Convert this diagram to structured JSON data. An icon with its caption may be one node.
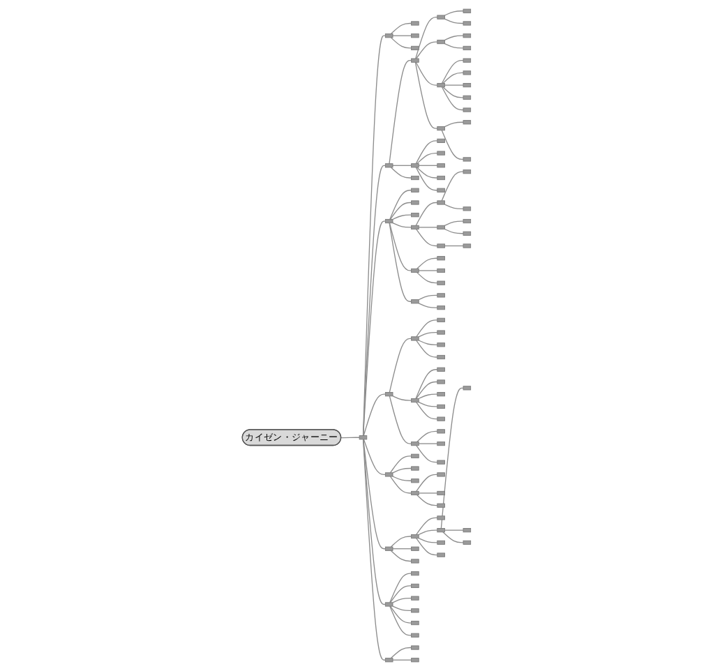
{
  "diagram": {
    "nodes": [
      {
        "text": [
          "カイゼン・ジャーニー"
        ]
      },
      {
        "text": [],
        "shape": "bar"
      },
      {
        "text": [],
        "shape": "bar"
      },
      {
        "text": [],
        "shape": "bar"
      },
      {
        "text": [],
        "shape": "bar"
      },
      {
        "text": [],
        "shape": "bar"
      },
      {
        "text": [],
        "shape": "bar"
      },
      {
        "text": [],
        "shape": "bar"
      },
      {
        "text": [],
        "shape": "bar"
      },
      {
        "text": [],
        "shape": "bar"
      },
      {
        "text": [],
        "shape": "bar"
      },
      {
        "text": [],
        "shape": "bar"
      },
      {
        "text": [],
        "shape": "bar"
      },
      {
        "text": [],
        "shape": "bar"
      },
      {
        "text": [],
        "shape": "bar"
      },
      {
        "text": [],
        "shape": "bar"
      },
      {
        "text": [],
        "shape": "bar"
      },
      {
        "text": [],
        "shape": "bar"
      },
      {
        "text": [],
        "shape": "bar"
      },
      {
        "text": [],
        "shape": "bar"
      },
      {
        "text": [],
        "shape": "bar"
      },
      {
        "text": [],
        "shape": "bar"
      },
      {
        "text": [],
        "shape": "bar"
      },
      {
        "text": [],
        "shape": "bar"
      },
      {
        "text": [],
        "shape": "bar"
      },
      {
        "text": [],
        "shape": "bar"
      },
      {
        "text": [],
        "shape": "bar"
      },
      {
        "text": [],
        "shape": "bar"
      },
      {
        "text": [],
        "shape": "bar"
      },
      {
        "text": [],
        "shape": "bar"
      },
      {
        "text": [],
        "shape": "bar"
      },
      {
        "text": [],
        "shape": "bar"
      },
      {
        "text": [],
        "shape": "bar"
      },
      {
        "text": [],
        "shape": "bar"
      },
      {
        "text": [],
        "shape": "bar"
      },
      {
        "text": [],
        "shape": "bar"
      },
      {
        "text": [],
        "shape": "bar"
      },
      {
        "text": [],
        "shape": "bar"
      },
      {
        "text": [],
        "shape": "bar"
      },
      {
        "text": [],
        "shape": "bar"
      },
      {
        "text": [],
        "shape": "bar"
      },
      {
        "text": [],
        "shape": "bar"
      },
      {
        "text": [],
        "shape": "bar"
      },
      {
        "text": [],
        "shape": "bar"
      },
      {
        "text": [],
        "shape": "bar"
      },
      {
        "text": [],
        "shape": "bar"
      },
      {
        "text": [],
        "shape": "bar"
      },
      {
        "text": [],
        "shape": "bar"
      },
      {
        "text": [],
        "shape": "bar"
      },
      {
        "text": [],
        "shape": "bar"
      },
      {
        "text": [],
        "shape": "bar"
      },
      {
        "text": [],
        "shape": "bar"
      },
      {
        "text": [],
        "shape": "bar"
      },
      {
        "text": [],
        "shape": "bar"
      },
      {
        "text": [],
        "shape": "bar"
      },
      {
        "text": [],
        "shape": "bar"
      },
      {
        "text": [],
        "shape": "bar"
      },
      {
        "text": [],
        "shape": "bar"
      },
      {
        "text": [],
        "shape": "bar"
      },
      {
        "text": [],
        "shape": "bar"
      },
      {
        "text": [],
        "shape": "bar"
      },
      {
        "text": [],
        "shape": "bar"
      },
      {
        "text": [],
        "shape": "bar"
      },
      {
        "text": [],
        "shape": "bar"
      },
      {
        "text": [],
        "shape": "bar"
      },
      {
        "text": [],
        "shape": "bar"
      },
      {
        "text": [],
        "shape": "bar"
      },
      {
        "text": [],
        "shape": "bar"
      },
      {
        "text": [],
        "shape": "bar"
      },
      {
        "text": [],
        "shape": "bar"
      },
      {
        "text": [],
        "shape": "bar"
      },
      {
        "text": [],
        "shape": "bar"
      },
      {
        "text": [],
        "shape": "bar"
      },
      {
        "text": [],
        "shape": "bar"
      },
      {
        "text": [],
        "shape": "bar"
      },
      {
        "text": [],
        "shape": "bar"
      },
      {
        "text": [],
        "shape": "bar"
      },
      {
        "text": [],
        "shape": "bar"
      },
      {
        "text": [],
        "shape": "bar"
      },
      {
        "text": [],
        "shape": "bar"
      },
      {
        "text": [],
        "shape": "bar"
      },
      {
        "text": [],
        "shape": "bar"
      },
      {
        "text": [],
        "shape": "bar"
      },
      {
        "text": [],
        "shape": "bar"
      },
      {
        "text": [],
        "shape": "bar"
      },
      {
        "text": [],
        "shape": "bar"
      },
      {
        "text": [],
        "shape": "bar"
      },
      {
        "text": [],
        "shape": "bar"
      },
      {
        "text": [],
        "shape": "bar"
      },
      {
        "text": [],
        "shape": "bar"
      },
      {
        "text": [],
        "shape": "bar"
      },
      {
        "text": [],
        "shape": "bar"
      },
      {
        "text": [],
        "shape": "bar"
      },
      {
        "text": [],
        "shape": "bar"
      },
      {
        "text": [],
        "shape": "bar"
      }
    ],
    "edges": [
      {
        "from": 0,
        "to": 1,
        "arrow": "none"
      },
      {
        "from": 1,
        "to": 2,
        "arrow": "none"
      },
      {
        "from": 2,
        "to": 3,
        "arrow": "none"
      },
      {
        "from": 2,
        "to": 4,
        "arrow": "none"
      },
      {
        "from": 2,
        "to": 5,
        "arrow": "none"
      },
      {
        "from": 1,
        "to": 6,
        "arrow": "none"
      },
      {
        "from": 6,
        "to": 7,
        "arrow": "none"
      },
      {
        "from": 7,
        "to": 8,
        "arrow": "none"
      },
      {
        "from": 8,
        "to": 9,
        "arrow": "none"
      },
      {
        "from": 8,
        "to": 10,
        "arrow": "none"
      },
      {
        "from": 7,
        "to": 11,
        "arrow": "none"
      },
      {
        "from": 11,
        "to": 12,
        "arrow": "none"
      },
      {
        "from": 11,
        "to": 13,
        "arrow": "none"
      },
      {
        "from": 7,
        "to": 14,
        "arrow": "none"
      },
      {
        "from": 14,
        "to": 15,
        "arrow": "none"
      },
      {
        "from": 14,
        "to": 16,
        "arrow": "none"
      },
      {
        "from": 14,
        "to": 17,
        "arrow": "none"
      },
      {
        "from": 14,
        "to": 18,
        "arrow": "none"
      },
      {
        "from": 14,
        "to": 19,
        "arrow": "none"
      },
      {
        "from": 7,
        "to": 20,
        "arrow": "none"
      },
      {
        "from": 20,
        "to": 21,
        "arrow": "none"
      },
      {
        "from": 20,
        "to": 22,
        "arrow": "none"
      },
      {
        "from": 6,
        "to": 23,
        "arrow": "none"
      },
      {
        "from": 23,
        "to": 24,
        "arrow": "none"
      },
      {
        "from": 23,
        "to": 25,
        "arrow": "none"
      },
      {
        "from": 23,
        "to": 26,
        "arrow": "none"
      },
      {
        "from": 23,
        "to": 27,
        "arrow": "none"
      },
      {
        "from": 23,
        "to": 28,
        "arrow": "none"
      },
      {
        "from": 6,
        "to": 29,
        "arrow": "none"
      },
      {
        "from": 1,
        "to": 30,
        "arrow": "none"
      },
      {
        "from": 30,
        "to": 31,
        "arrow": "none"
      },
      {
        "from": 30,
        "to": 32,
        "arrow": "none"
      },
      {
        "from": 30,
        "to": 33,
        "arrow": "none"
      },
      {
        "from": 30,
        "to": 34,
        "arrow": "none"
      },
      {
        "from": 34,
        "to": 35,
        "arrow": "none"
      },
      {
        "from": 35,
        "to": 36,
        "arrow": "none"
      },
      {
        "from": 35,
        "to": 37,
        "arrow": "none"
      },
      {
        "from": 34,
        "to": 38,
        "arrow": "none"
      },
      {
        "from": 38,
        "to": 39,
        "arrow": "none"
      },
      {
        "from": 38,
        "to": 40,
        "arrow": "none"
      },
      {
        "from": 34,
        "to": 41,
        "arrow": "none"
      },
      {
        "from": 41,
        "to": 42,
        "arrow": "none"
      },
      {
        "from": 30,
        "to": 43,
        "arrow": "none"
      },
      {
        "from": 43,
        "to": 44,
        "arrow": "none"
      },
      {
        "from": 43,
        "to": 45,
        "arrow": "none"
      },
      {
        "from": 43,
        "to": 46,
        "arrow": "none"
      },
      {
        "from": 30,
        "to": 47,
        "arrow": "none"
      },
      {
        "from": 47,
        "to": 48,
        "arrow": "none"
      },
      {
        "from": 47,
        "to": 49,
        "arrow": "none"
      },
      {
        "from": 1,
        "to": 50,
        "arrow": "none"
      },
      {
        "from": 50,
        "to": 51,
        "arrow": "none"
      },
      {
        "from": 51,
        "to": 52,
        "arrow": "none"
      },
      {
        "from": 51,
        "to": 53,
        "arrow": "none"
      },
      {
        "from": 51,
        "to": 54,
        "arrow": "none"
      },
      {
        "from": 51,
        "to": 55,
        "arrow": "none"
      },
      {
        "from": 50,
        "to": 56,
        "arrow": "none"
      },
      {
        "from": 56,
        "to": 57,
        "arrow": "none"
      },
      {
        "from": 56,
        "to": 58,
        "arrow": "none"
      },
      {
        "from": 56,
        "to": 59,
        "arrow": "none"
      },
      {
        "from": 56,
        "to": 60,
        "arrow": "none"
      },
      {
        "from": 56,
        "to": 61,
        "arrow": "none"
      },
      {
        "from": 50,
        "to": 62,
        "arrow": "none"
      },
      {
        "from": 62,
        "to": 63,
        "arrow": "none"
      },
      {
        "from": 62,
        "to": 64,
        "arrow": "none"
      },
      {
        "from": 62,
        "to": 65,
        "arrow": "none"
      },
      {
        "from": 1,
        "to": 66,
        "arrow": "none"
      },
      {
        "from": 66,
        "to": 67,
        "arrow": "none"
      },
      {
        "from": 66,
        "to": 68,
        "arrow": "none"
      },
      {
        "from": 66,
        "to": 69,
        "arrow": "none"
      },
      {
        "from": 66,
        "to": 70,
        "arrow": "none"
      },
      {
        "from": 70,
        "to": 71,
        "arrow": "none"
      },
      {
        "from": 70,
        "to": 72,
        "arrow": "none"
      },
      {
        "from": 70,
        "to": 73,
        "arrow": "none"
      },
      {
        "from": 1,
        "to": 74,
        "arrow": "none"
      },
      {
        "from": 74,
        "to": 75,
        "arrow": "none"
      },
      {
        "from": 75,
        "to": 76,
        "arrow": "none"
      },
      {
        "from": 75,
        "to": 77,
        "arrow": "none"
      },
      {
        "from": 77,
        "to": 78,
        "arrow": "none"
      },
      {
        "from": 77,
        "to": 79,
        "arrow": "none"
      },
      {
        "from": 77,
        "to": 80,
        "arrow": "none"
      },
      {
        "from": 75,
        "to": 81,
        "arrow": "none"
      },
      {
        "from": 75,
        "to": 82,
        "arrow": "none"
      },
      {
        "from": 74,
        "to": 83,
        "arrow": "none"
      },
      {
        "from": 74,
        "to": 84,
        "arrow": "none"
      },
      {
        "from": 1,
        "to": 85,
        "arrow": "none"
      },
      {
        "from": 85,
        "to": 86,
        "arrow": "none"
      },
      {
        "from": 85,
        "to": 87,
        "arrow": "none"
      },
      {
        "from": 85,
        "to": 88,
        "arrow": "none"
      },
      {
        "from": 85,
        "to": 89,
        "arrow": "none"
      },
      {
        "from": 85,
        "to": 90,
        "arrow": "none"
      },
      {
        "from": 85,
        "to": 91,
        "arrow": "none"
      },
      {
        "from": 1,
        "to": 92,
        "arrow": "none"
      },
      {
        "from": 92,
        "to": 93,
        "arrow": "none"
      },
      {
        "from": 92,
        "to": 94,
        "arrow": "none"
      }
    ]
  }
}
